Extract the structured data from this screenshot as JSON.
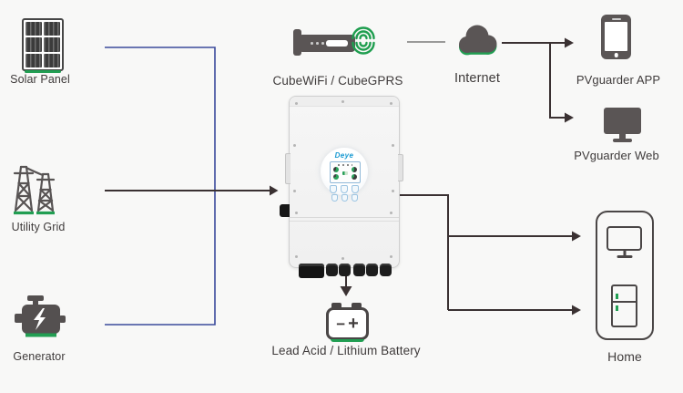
{
  "diagram": {
    "nodes": {
      "solar_panel": {
        "label": "Solar Panel"
      },
      "utility_grid": {
        "label": "Utility Grid"
      },
      "generator": {
        "label": "Generator"
      },
      "cubewifi": {
        "label": "CubeWiFi / CubeGPRS"
      },
      "internet": {
        "label": "Internet"
      },
      "pvguarder_app": {
        "label": "PVguarder APP"
      },
      "pvguarder_web": {
        "label": "PVguarder Web"
      },
      "inverter": {
        "brand": "Deye"
      },
      "battery": {
        "label": "Lead Acid / Lithium Battery",
        "minus_symbol": "−",
        "plus_symbol": "+"
      },
      "home": {
        "label": "Home"
      }
    },
    "colors": {
      "background": "#f8f8f7",
      "accent_green": "#219e52",
      "line_blue": "#3b4a9c",
      "line_dark": "#3a3132",
      "line_gray": "#7a7a7a",
      "icon_gray": "#5a5555",
      "deye_blue": "#1a9ad2",
      "text": "#3f3b3b"
    }
  }
}
